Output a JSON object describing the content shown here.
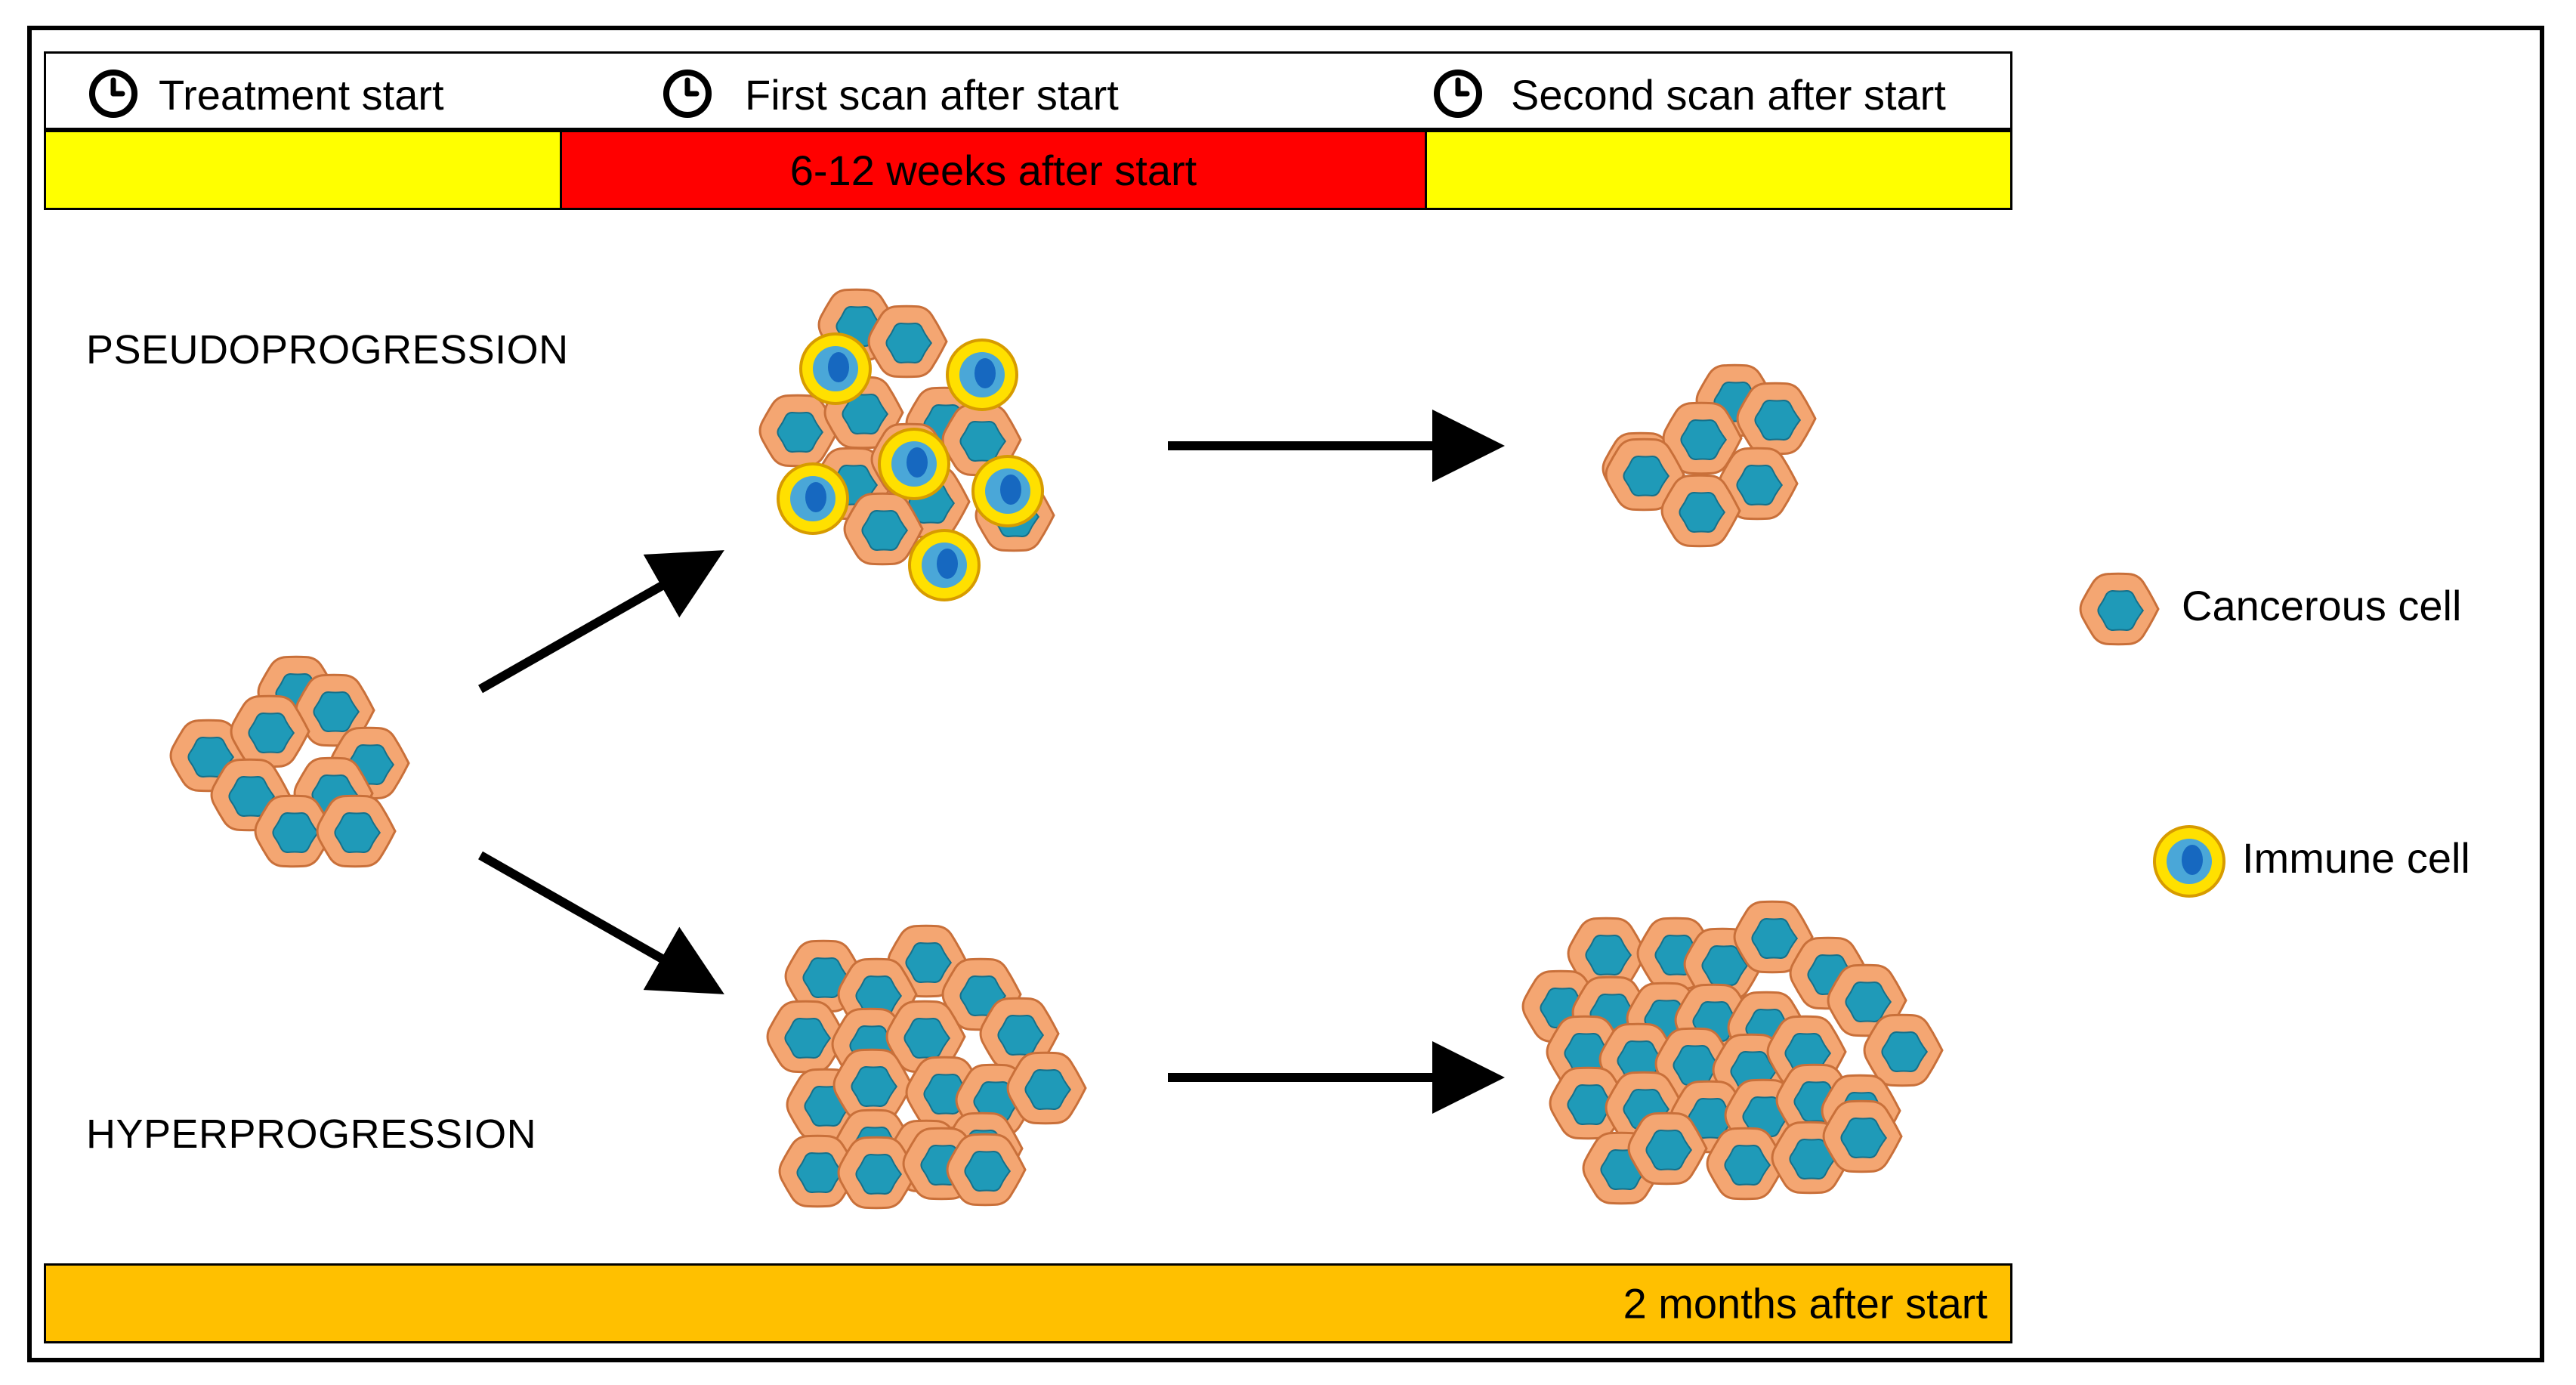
{
  "timeline": {
    "milestones": [
      {
        "label": "Treatment start",
        "icon": "clock-icon"
      },
      {
        "label": "First scan after start",
        "icon": "clock-icon"
      },
      {
        "label": "Second scan after start",
        "icon": "clock-icon"
      }
    ],
    "period_label": "6-12 weeks after start",
    "bottom_label": "2 months after start"
  },
  "rows": {
    "pseudo": "PSEUDOPROGRESSION",
    "hyper": "HYPERPROGRESSION"
  },
  "legend": {
    "cancer": "Cancerous cell",
    "immune": "Immune cell"
  },
  "colors": {
    "yellow": "#ffff00",
    "red": "#ff0000",
    "orange_bar": "#ffc000",
    "cancer_cytoplasm": "#f4a672",
    "cancer_nucleus": "#1f9ab8",
    "immune_ring": "#ffe000",
    "immune_nucleus": "#1668c0"
  }
}
